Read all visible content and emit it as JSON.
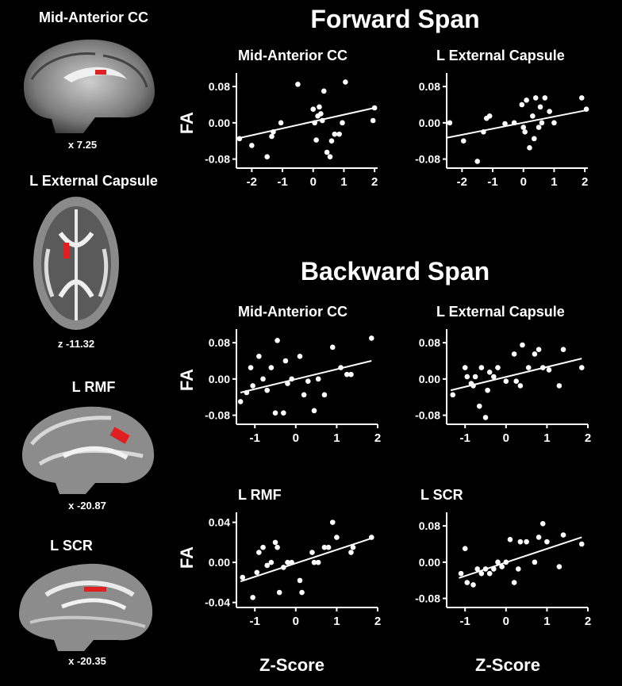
{
  "headings": {
    "forward": "Forward Span",
    "backward": "Backward Span",
    "ylabel": "FA",
    "xlabel": "Z-Score"
  },
  "brains": [
    {
      "label": "Mid-Anterior CC",
      "coord": "x  7.25",
      "view": "sagittal"
    },
    {
      "label": "L External Capsule",
      "coord": "z  -11.32",
      "view": "axial"
    },
    {
      "label": "L RMF",
      "coord": "x  -20.87",
      "view": "sagittal"
    },
    {
      "label": "L SCR",
      "coord": "x  -20.35",
      "view": "sagittal"
    }
  ],
  "colors": {
    "background": "#000000",
    "foreground": "#ffffff",
    "highlight": "#e02020"
  },
  "chart_data": [
    {
      "type": "scatter",
      "title": "Mid-Anterior CC",
      "group": "Forward Span",
      "xlim": [
        -2.5,
        2.1
      ],
      "ylim": [
        -0.1,
        0.11
      ],
      "xticks": [
        -2,
        -1,
        0,
        1,
        2
      ],
      "xtick_labels": [
        "-2",
        "-1",
        "0",
        "1",
        "2"
      ],
      "yticks": [
        0.08,
        0,
        -0.08
      ],
      "ytick_labels": [
        "0.08",
        "0.00",
        "-0.08"
      ],
      "points": [
        [
          -2.4,
          -0.035
        ],
        [
          -2.0,
          -0.05
        ],
        [
          -1.5,
          -0.075
        ],
        [
          -1.35,
          -0.03
        ],
        [
          -1.3,
          -0.02
        ],
        [
          -1.05,
          0.0
        ],
        [
          -0.5,
          0.085
        ],
        [
          0.0,
          0.03
        ],
        [
          0.05,
          0.0
        ],
        [
          0.1,
          -0.038
        ],
        [
          0.15,
          0.015
        ],
        [
          0.2,
          0.035
        ],
        [
          0.25,
          0.02
        ],
        [
          0.3,
          0.005
        ],
        [
          0.35,
          0.07
        ],
        [
          0.45,
          -0.065
        ],
        [
          0.55,
          -0.075
        ],
        [
          0.6,
          -0.04
        ],
        [
          0.7,
          -0.025
        ],
        [
          0.85,
          -0.025
        ],
        [
          0.95,
          0.0
        ],
        [
          1.05,
          0.09
        ],
        [
          1.95,
          0.005
        ],
        [
          2.0,
          0.033
        ]
      ],
      "fit": [
        [
          -2.5,
          -0.035
        ],
        [
          2.0,
          0.033
        ]
      ]
    },
    {
      "type": "scatter",
      "title": "L External Capsule",
      "group": "Forward Span",
      "xlim": [
        -2.5,
        2.1
      ],
      "ylim": [
        -0.1,
        0.11
      ],
      "xticks": [
        -2,
        -1,
        0,
        1,
        2
      ],
      "xtick_labels": [
        "-2",
        "-1",
        "0",
        "1",
        "2"
      ],
      "yticks": [
        0.08,
        0,
        -0.08
      ],
      "ytick_labels": [
        "0.08",
        "0.00",
        "-0.08"
      ],
      "points": [
        [
          -2.4,
          0.0
        ],
        [
          -1.95,
          -0.04
        ],
        [
          -1.5,
          -0.085
        ],
        [
          -1.3,
          -0.02
        ],
        [
          -1.2,
          0.01
        ],
        [
          -1.1,
          0.015
        ],
        [
          -0.6,
          -0.002
        ],
        [
          -0.3,
          0.0
        ],
        [
          -0.05,
          0.04
        ],
        [
          0.0,
          -0.01
        ],
        [
          0.05,
          -0.02
        ],
        [
          0.1,
          0.05
        ],
        [
          0.2,
          -0.055
        ],
        [
          0.3,
          0.015
        ],
        [
          0.35,
          -0.035
        ],
        [
          0.4,
          0.055
        ],
        [
          0.5,
          -0.01
        ],
        [
          0.55,
          0.035
        ],
        [
          0.6,
          0.0
        ],
        [
          0.7,
          0.055
        ],
        [
          0.85,
          0.025
        ],
        [
          1.0,
          0.0
        ],
        [
          1.9,
          0.055
        ],
        [
          2.05,
          0.03
        ]
      ],
      "fit": [
        [
          -2.5,
          -0.033
        ],
        [
          2.0,
          0.027
        ]
      ]
    },
    {
      "type": "scatter",
      "title": "Mid-Anterior CC",
      "group": "Backward Span",
      "xlim": [
        -1.45,
        2.0
      ],
      "ylim": [
        -0.1,
        0.11
      ],
      "xticks": [
        -1,
        0,
        1,
        2
      ],
      "xtick_labels": [
        "-1",
        "0",
        "1",
        "2"
      ],
      "yticks": [
        0.08,
        0,
        -0.08
      ],
      "ytick_labels": [
        "0.08",
        "0.00",
        "-0.08"
      ],
      "points": [
        [
          -1.35,
          -0.05
        ],
        [
          -1.2,
          -0.03
        ],
        [
          -1.1,
          0.025
        ],
        [
          -1.05,
          -0.015
        ],
        [
          -0.9,
          0.05
        ],
        [
          -0.8,
          0.0
        ],
        [
          -0.7,
          -0.025
        ],
        [
          -0.6,
          0.025
        ],
        [
          -0.5,
          -0.075
        ],
        [
          -0.45,
          0.085
        ],
        [
          -0.3,
          -0.075
        ],
        [
          -0.25,
          0.04
        ],
        [
          -0.2,
          -0.01
        ],
        [
          -0.1,
          0.0
        ],
        [
          0.1,
          0.05
        ],
        [
          0.2,
          -0.035
        ],
        [
          0.3,
          -0.005
        ],
        [
          0.45,
          -0.07
        ],
        [
          0.55,
          0.0
        ],
        [
          0.7,
          -0.035
        ],
        [
          0.9,
          0.07
        ],
        [
          1.1,
          0.025
        ],
        [
          1.25,
          0.01
        ],
        [
          1.35,
          0.01
        ],
        [
          1.85,
          0.09
        ]
      ],
      "fit": [
        [
          -1.35,
          -0.03
        ],
        [
          1.85,
          0.04
        ]
      ]
    },
    {
      "type": "scatter",
      "title": "L External Capsule",
      "group": "Backward Span",
      "xlim": [
        -1.45,
        2.0
      ],
      "ylim": [
        -0.1,
        0.11
      ],
      "xticks": [
        -1,
        0,
        1,
        2
      ],
      "xtick_labels": [
        "-1",
        "0",
        "1",
        "2"
      ],
      "yticks": [
        0.08,
        0,
        -0.08
      ],
      "ytick_labels": [
        "0.08",
        "0.00",
        "-0.08"
      ],
      "points": [
        [
          -1.3,
          -0.035
        ],
        [
          -1.0,
          0.025
        ],
        [
          -0.95,
          0.005
        ],
        [
          -0.85,
          -0.01
        ],
        [
          -0.8,
          -0.015
        ],
        [
          -0.75,
          0.005
        ],
        [
          -0.65,
          -0.06
        ],
        [
          -0.6,
          0.025
        ],
        [
          -0.5,
          -0.085
        ],
        [
          -0.45,
          -0.025
        ],
        [
          -0.4,
          0.015
        ],
        [
          -0.3,
          0.005
        ],
        [
          -0.2,
          0.025
        ],
        [
          0.0,
          -0.005
        ],
        [
          0.2,
          0.055
        ],
        [
          0.25,
          -0.005
        ],
        [
          0.35,
          -0.015
        ],
        [
          0.4,
          0.075
        ],
        [
          0.55,
          0.025
        ],
        [
          0.7,
          0.055
        ],
        [
          0.8,
          0.065
        ],
        [
          0.9,
          0.025
        ],
        [
          1.05,
          0.02
        ],
        [
          1.3,
          -0.015
        ],
        [
          1.4,
          0.065
        ],
        [
          1.85,
          0.025
        ]
      ],
      "fit": [
        [
          -1.35,
          -0.025
        ],
        [
          1.85,
          0.045
        ]
      ]
    },
    {
      "type": "scatter",
      "title": "L RMF",
      "group": "Backward Span",
      "xlim": [
        -1.45,
        2.0
      ],
      "ylim": [
        -0.045,
        0.05
      ],
      "xticks": [
        -1,
        0,
        1,
        2
      ],
      "xtick_labels": [
        "-1",
        "0",
        "1",
        "2"
      ],
      "yticks": [
        0.04,
        0,
        -0.04
      ],
      "ytick_labels": [
        "0.04",
        "0.00",
        "-0.04"
      ],
      "points": [
        [
          -1.3,
          -0.015
        ],
        [
          -1.05,
          -0.035
        ],
        [
          -0.95,
          -0.01
        ],
        [
          -0.9,
          0.01
        ],
        [
          -0.8,
          0.015
        ],
        [
          -0.7,
          -0.003
        ],
        [
          -0.6,
          0.0
        ],
        [
          -0.5,
          0.02
        ],
        [
          -0.45,
          0.015
        ],
        [
          -0.4,
          -0.03
        ],
        [
          -0.3,
          -0.005
        ],
        [
          -0.2,
          0.0
        ],
        [
          -0.1,
          0.0
        ],
        [
          0.1,
          -0.018
        ],
        [
          0.15,
          -0.03
        ],
        [
          0.4,
          0.01
        ],
        [
          0.45,
          0.0
        ],
        [
          0.55,
          0.0
        ],
        [
          0.7,
          0.015
        ],
        [
          0.8,
          0.015
        ],
        [
          0.9,
          0.04
        ],
        [
          1.0,
          0.025
        ],
        [
          1.35,
          0.01
        ],
        [
          1.4,
          0.015
        ],
        [
          1.85,
          0.025
        ]
      ],
      "fit": [
        [
          -1.35,
          -0.019
        ],
        [
          1.85,
          0.024
        ]
      ]
    },
    {
      "type": "scatter",
      "title": "L SCR",
      "group": "Backward Span",
      "xlim": [
        -1.45,
        2.0
      ],
      "ylim": [
        -0.1,
        0.11
      ],
      "xticks": [
        -1,
        0,
        1,
        2
      ],
      "xtick_labels": [
        "-1",
        "0",
        "1",
        "2"
      ],
      "yticks": [
        0.08,
        0,
        -0.08
      ],
      "ytick_labels": [
        "0.08",
        "0.00",
        "-0.08"
      ],
      "points": [
        [
          -1.1,
          -0.025
        ],
        [
          -1.0,
          0.03
        ],
        [
          -0.95,
          -0.045
        ],
        [
          -0.8,
          -0.05
        ],
        [
          -0.7,
          -0.015
        ],
        [
          -0.6,
          -0.025
        ],
        [
          -0.5,
          -0.015
        ],
        [
          -0.4,
          -0.025
        ],
        [
          -0.3,
          -0.015
        ],
        [
          -0.2,
          0.0
        ],
        [
          -0.1,
          -0.01
        ],
        [
          0.0,
          0.0
        ],
        [
          0.1,
          0.05
        ],
        [
          0.2,
          -0.045
        ],
        [
          0.3,
          -0.015
        ],
        [
          0.35,
          0.045
        ],
        [
          0.5,
          0.045
        ],
        [
          0.7,
          0.0
        ],
        [
          0.8,
          0.055
        ],
        [
          0.9,
          0.085
        ],
        [
          1.0,
          0.045
        ],
        [
          1.3,
          -0.01
        ],
        [
          1.4,
          0.06
        ],
        [
          1.85,
          0.04
        ]
      ],
      "fit": [
        [
          -1.15,
          -0.035
        ],
        [
          1.85,
          0.055
        ]
      ]
    }
  ]
}
